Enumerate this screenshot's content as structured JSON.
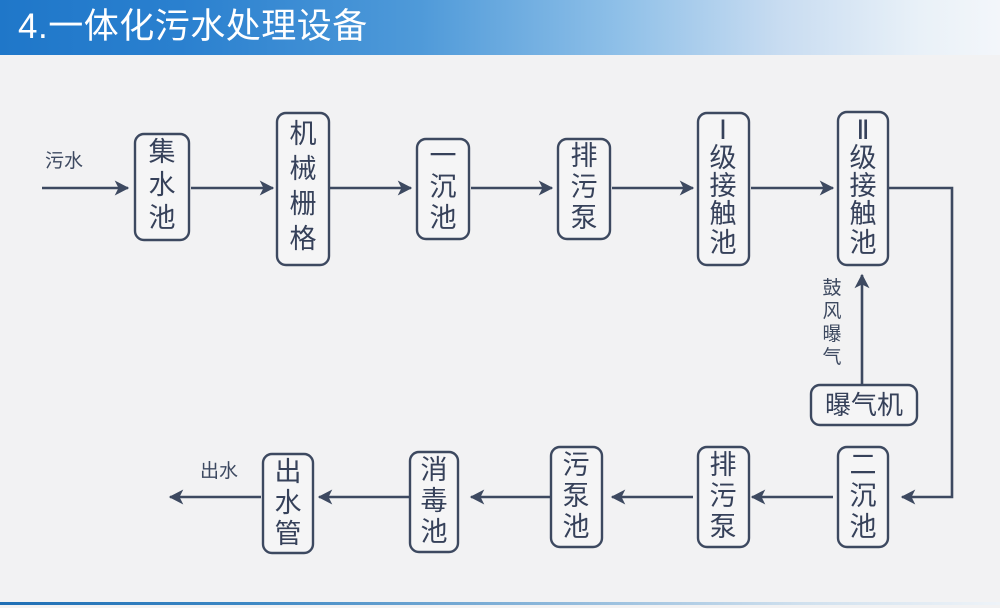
{
  "header": {
    "title": "4.一体化污水处理设备",
    "accent_color": "#1f77c9",
    "gradient_end_color": "#f3f6fa"
  },
  "theme": {
    "background": "#f2f2f3",
    "line_color": "#3d4960",
    "box_fill": "#f5f5f6",
    "text_color": "#36415a"
  },
  "diagram": {
    "type": "flowchart",
    "orientation": "serpentine-two-rows",
    "edge_labels": {
      "inflow": "污水",
      "outflow": "出水",
      "aeration": "鼓风曝气"
    },
    "row1": [
      {
        "id": "node-1",
        "label": "集水池",
        "text_mode": "vertical"
      },
      {
        "id": "node-2",
        "label": "机械栅格",
        "text_mode": "vertical"
      },
      {
        "id": "node-3",
        "label": "一沉池",
        "text_mode": "vertical"
      },
      {
        "id": "node-4",
        "label": "排污泵",
        "text_mode": "vertical"
      },
      {
        "id": "node-5",
        "label": "Ⅰ级接触池",
        "text_mode": "vertical"
      },
      {
        "id": "node-6",
        "label": "Ⅱ级接触池",
        "text_mode": "vertical"
      }
    ],
    "row2": [
      {
        "id": "node-7",
        "label": "二沉池",
        "text_mode": "vertical"
      },
      {
        "id": "node-8",
        "label": "排污泵",
        "text_mode": "vertical"
      },
      {
        "id": "node-9",
        "label": "污泵池",
        "text_mode": "vertical"
      },
      {
        "id": "node-10",
        "label": "消毒池",
        "text_mode": "vertical"
      },
      {
        "id": "node-11",
        "label": "出水管",
        "text_mode": "vertical"
      }
    ],
    "aux": [
      {
        "id": "node-12",
        "label": "曝气机",
        "text_mode": "horizontal"
      }
    ],
    "vertical_chars": {
      "node-1": [
        "集",
        "水",
        "池"
      ],
      "node-2": [
        "机",
        "械",
        "栅",
        "格"
      ],
      "node-3": [
        "一",
        "沉",
        "池"
      ],
      "node-4": [
        "排",
        "污",
        "泵"
      ],
      "node-5": [
        "Ⅰ",
        "级",
        "接",
        "触",
        "池"
      ],
      "node-6": [
        "Ⅱ",
        "级",
        "接",
        "触",
        "池"
      ],
      "node-7": [
        "二",
        "沉",
        "池"
      ],
      "node-8": [
        "排",
        "污",
        "泵"
      ],
      "node-9": [
        "污",
        "泵",
        "池"
      ],
      "node-10": [
        "消",
        "毒",
        "池"
      ],
      "node-11": [
        "出",
        "水",
        "管"
      ],
      "aeration_label": [
        "鼓",
        "风",
        "曝",
        "气"
      ]
    }
  }
}
